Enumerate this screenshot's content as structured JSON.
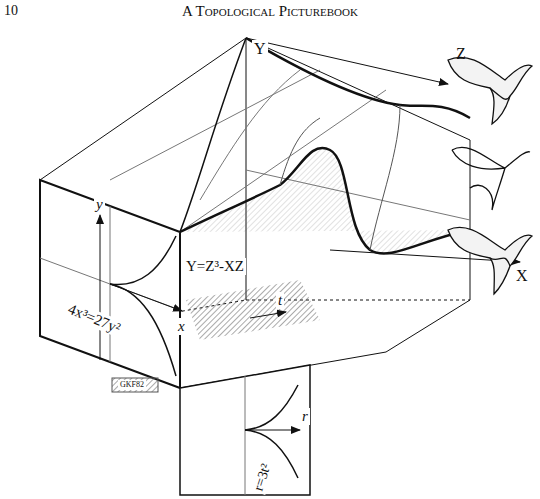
{
  "diagram": {
    "title": "A Topological Picturebook",
    "labels": [
      "10",
      "Y",
      "Z",
      "y",
      "X",
      "x",
      "t",
      "Y=Z³-XZ",
      "4x³=27y²",
      "GKF82",
      "r",
      "r=3t²"
    ]
  }
}
